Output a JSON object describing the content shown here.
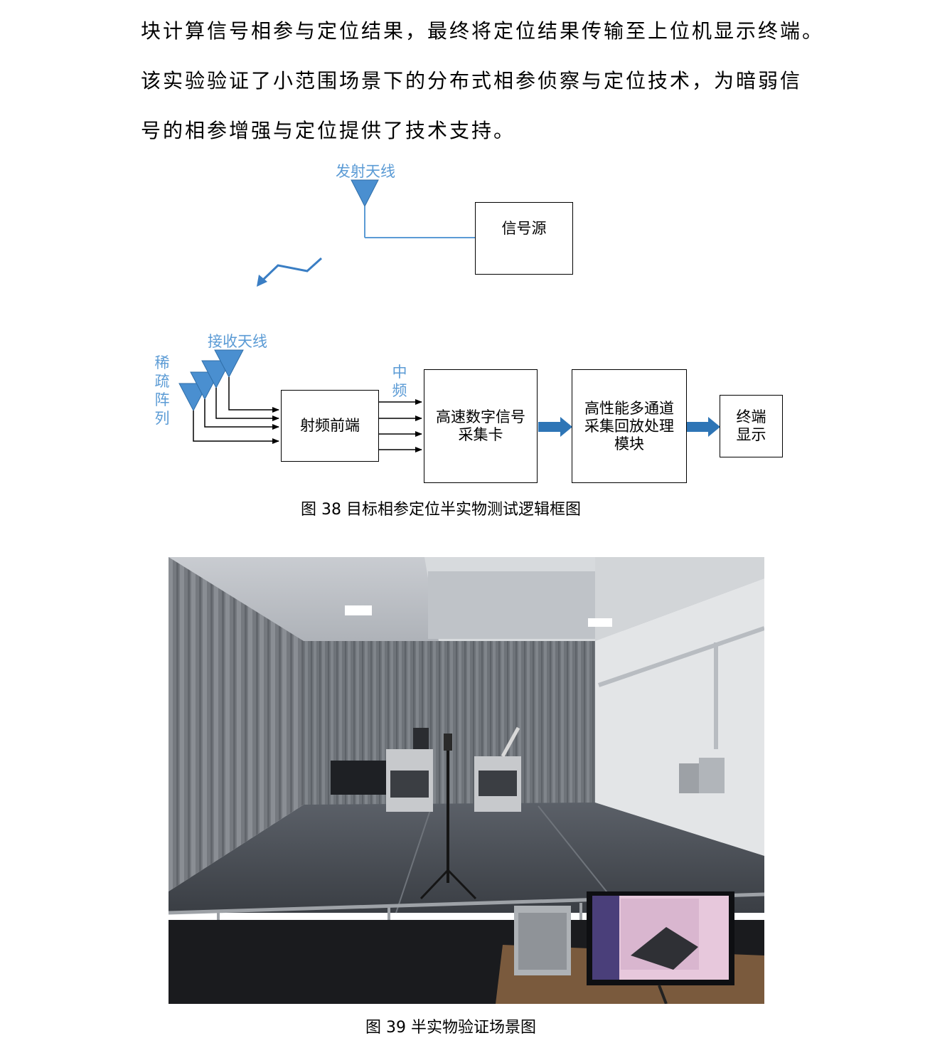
{
  "paragraph": {
    "line1": "块计算信号相参与定位结果，最终将定位结果传输至上位机显示终端。",
    "line2": "该实验验证了小范围场景下的分布式相参侦察与定位技术，为暗弱信",
    "line3": "号的相参增强与定位提供了技术支持。"
  },
  "diagram": {
    "tx_antenna_label": "发射天线",
    "signal_source": "信号源",
    "rx_antenna_label": "接收天线",
    "sparse_array_chars": [
      "稀",
      "疏",
      "阵",
      "列"
    ],
    "if_chars": [
      "中",
      "频"
    ],
    "rf_frontend": "射频前端",
    "acq_card_line1": "高速数字信号",
    "acq_card_line2": "采集卡",
    "processor_line1": "高性能多通道",
    "processor_line2": "采集回放处理",
    "processor_line3": "模块",
    "terminal_line1": "终端",
    "terminal_line2": "显示",
    "line_color": "#5b9bd5",
    "antenna_color": "#5b9bd5",
    "arrow_fill": "#2e75b6"
  },
  "figure38_caption": "图 38 目标相参定位半实物测试逻辑框图",
  "figure39_caption": "图 39 半实物验证场景图"
}
